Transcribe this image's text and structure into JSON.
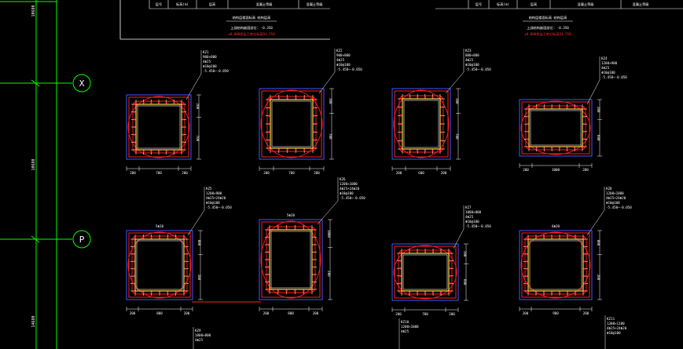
{
  "drawing": {
    "axes": [
      {
        "label": "X",
        "grid_line_color": "#00ff00"
      },
      {
        "label": "P",
        "grid_line_color": "#00ff00"
      }
    ],
    "left_dimensions": [
      "10680",
      "10680",
      "14680"
    ],
    "title_blocks": [
      {
        "table_cells": [
          "层号",
          "标高(m)",
          "层高",
          "混凝土等级",
          "混凝土等级"
        ],
        "heading": "结构层楼面标高 结构层高",
        "elevation": "上部结构嵌固部位: -0.350",
        "red_note": "±0.000相当于绝对标高54.550"
      },
      {
        "table_cells": [
          "层号",
          "标高(m)",
          "层高",
          "混凝土等级",
          "混凝土等级"
        ],
        "heading": "结构层楼面标高 结构层高",
        "elevation": "上部结构嵌固部位: -0.350",
        "red_note": "±0.000相当于绝对标高54.550"
      }
    ],
    "columns": [
      {
        "id": "KZ1",
        "spec": [
          "900×800",
          "4Φ25",
          "Φ10@100",
          "-5.450~-0.050"
        ],
        "dims": [
          "200",
          "700",
          "200"
        ],
        "side_dims": [
          "200",
          "700"
        ],
        "top_note": ""
      },
      {
        "id": "KZ2",
        "spec": [
          "900×800",
          "4Φ25",
          "Φ10@100",
          "-5.450~-0.050"
        ],
        "dims": [
          "200",
          "700",
          "200"
        ],
        "side_dims": [
          "200",
          "700"
        ],
        "top_note": ""
      },
      {
        "id": "KZ3",
        "spec": [
          "800×800",
          "4Φ25",
          "Φ10@100",
          "-5.450~-0.050"
        ],
        "dims": [
          "200",
          "600",
          "200"
        ],
        "side_dims": [
          "200",
          "700"
        ],
        "top_note": ""
      },
      {
        "id": "KZ4",
        "spec": [
          "1200×900",
          "4Φ25",
          "Φ10@100",
          "-5.450~-0.050"
        ],
        "dims": [
          "200",
          "1000",
          "200"
        ],
        "side_dims": [
          "200",
          "600"
        ],
        "top_note": ""
      },
      {
        "id": "KZ5",
        "spec": [
          "1200×900",
          "4Φ25+24Φ20",
          "Φ10@100",
          "-5.450~-0.050"
        ],
        "dims": [
          "200",
          "800",
          "200"
        ],
        "side_dims": [
          "800",
          "200"
        ],
        "top_note": "5Φ20"
      },
      {
        "id": "KZ6",
        "spec": [
          "1200×1000",
          "4Φ25+24Φ20",
          "Φ10@100",
          "-5.450~-0.050"
        ],
        "dims": [
          "200",
          "800",
          "200"
        ],
        "side_dims": [
          "1000",
          "200"
        ],
        "top_note": "5Φ20"
      },
      {
        "id": "KZ7",
        "spec": [
          "1000×800",
          "4Φ25",
          "Φ10@100",
          "-5.450~-0.050"
        ],
        "dims": [
          "200",
          "700",
          "200"
        ],
        "side_dims": [
          "200",
          "600"
        ],
        "top_note": ""
      },
      {
        "id": "KZ8",
        "spec": [
          "1200×1000",
          "4Φ25+24Φ20",
          "Φ10@100",
          "-5.450~-0.050"
        ],
        "dims": [
          "200",
          "900",
          "200"
        ],
        "side_dims": [
          "800",
          "200"
        ],
        "top_note": "6Φ20"
      }
    ],
    "bottom_labels": [
      {
        "id": "KZ9",
        "spec": [
          "1000×800",
          "4Φ25"
        ]
      },
      {
        "id": "KZ10",
        "spec": [
          "1200×1000",
          "4Φ25"
        ]
      },
      {
        "id": "KZ11",
        "spec": [
          "1300×1100",
          "4Φ25+24Φ20",
          "Φ10@100"
        ]
      }
    ]
  },
  "colors": {
    "background": "#000000",
    "grid": "#00ff00",
    "frame": "#ffffff",
    "rebar": "#ff2020",
    "concrete_outline": "#3a5bff",
    "core": "#ffd23a",
    "stirrup_cross": "#ffffff",
    "leader": "#ffffff"
  }
}
